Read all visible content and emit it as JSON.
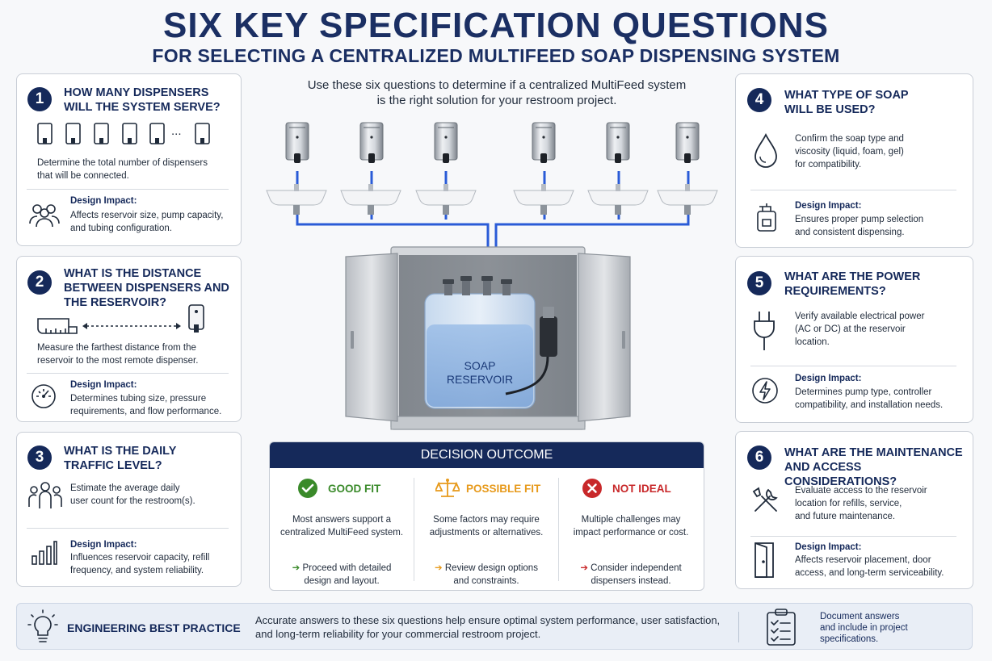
{
  "header": {
    "title": "SIX KEY SPECIFICATION QUESTIONS",
    "subtitle": "FOR SELECTING A CENTRALIZED MULTIFEED SOAP DISPENSING SYSTEM"
  },
  "intro": {
    "line1": "Use these six questions to determine if a centralized MultiFeed system",
    "line2": "is the right solution for your restroom project."
  },
  "questions": [
    {
      "num": "1",
      "q1": "HOW MANY DISPENSERS",
      "q2": "WILL THE SYSTEM SERVE?",
      "d1": "Determine the total number of dispensers",
      "d2": "that will be connected.",
      "d3": "",
      "impact_label": "Design Impact:",
      "i1": "Affects reservoir size, pump capacity,",
      "i2": "and tubing configuration.",
      "ellipsis": "..."
    },
    {
      "num": "2",
      "q1": "WHAT IS THE DISTANCE",
      "q2": "BETWEEN DISPENSERS AND",
      "q3": "THE RESERVOIR?",
      "d1": "Measure the farthest distance from the",
      "d2": "reservoir to the most remote dispenser.",
      "impact_label": "Design Impact:",
      "i1": "Determines tubing size, pressure",
      "i2": "requirements, and flow performance."
    },
    {
      "num": "3",
      "q1": "WHAT IS THE DAILY",
      "q2": "TRAFFIC LEVEL?",
      "d1": "Estimate the average daily",
      "d2": "user count for the restroom(s).",
      "impact_label": "Design Impact:",
      "i1": "Influences reservoir capacity, refill",
      "i2": "frequency, and system reliability."
    },
    {
      "num": "4",
      "q1": "WHAT TYPE OF SOAP",
      "q2": "WILL BE USED?",
      "d1": "Confirm the soap type and",
      "d2": "viscosity (liquid, foam, gel)",
      "d3": "for compatibility.",
      "impact_label": "Design Impact:",
      "i1": "Ensures proper pump selection",
      "i2": "and consistent dispensing."
    },
    {
      "num": "5",
      "q1": "WHAT ARE THE POWER",
      "q2": "REQUIREMENTS?",
      "d1": "Verify available electrical power",
      "d2": "(AC or DC) at the reservoir",
      "d3": "location.",
      "impact_label": "Design Impact:",
      "i1": "Determines pump type, controller",
      "i2": "compatibility, and installation needs."
    },
    {
      "num": "6",
      "q1": "WHAT ARE THE MAINTENANCE",
      "q2": "AND ACCESS CONSIDERATIONS?",
      "d1": "Evaluate access to the reservoir",
      "d2": "location for refills, service,",
      "d3": "and future maintenance.",
      "impact_label": "Design Impact:",
      "i1": "Affects reservoir placement, door",
      "i2": "access, and long-term serviceability."
    }
  ],
  "illustration": {
    "reservoir_l1": "SOAP",
    "reservoir_l2": "RESERVOIR"
  },
  "decision": {
    "title": "DECISION OUTCOME",
    "outcomes": [
      {
        "label": "GOOD FIT",
        "color": "#3a8a2a",
        "t1": "Most answers support a",
        "t2": "centralized MultiFeed system.",
        "a1": "Proceed with detailed",
        "a2": "design and layout."
      },
      {
        "label": "POSSIBLE FIT",
        "color": "#e79a1c",
        "t1": "Some factors may require",
        "t2": "adjustments or alternatives.",
        "a1": "Review design options",
        "a2": "and constraints."
      },
      {
        "label": "NOT IDEAL",
        "color": "#c8282a",
        "t1": "Multiple challenges may",
        "t2": "impact performance or cost.",
        "a1": "Consider independent",
        "a2": "dispensers instead."
      }
    ]
  },
  "footer": {
    "label": "ENGINEERING BEST PRACTICE",
    "t1": "Accurate answers to these six questions help ensure optimal system performance, user satisfaction,",
    "t2": "and long-term reliability for your commercial restroom project.",
    "r1": "Document answers",
    "r2": "and include in project",
    "r3": "specifications."
  },
  "colors": {
    "navy": "#15295a",
    "tube": "#2a5bd7",
    "soap": "#a9c7ea"
  }
}
